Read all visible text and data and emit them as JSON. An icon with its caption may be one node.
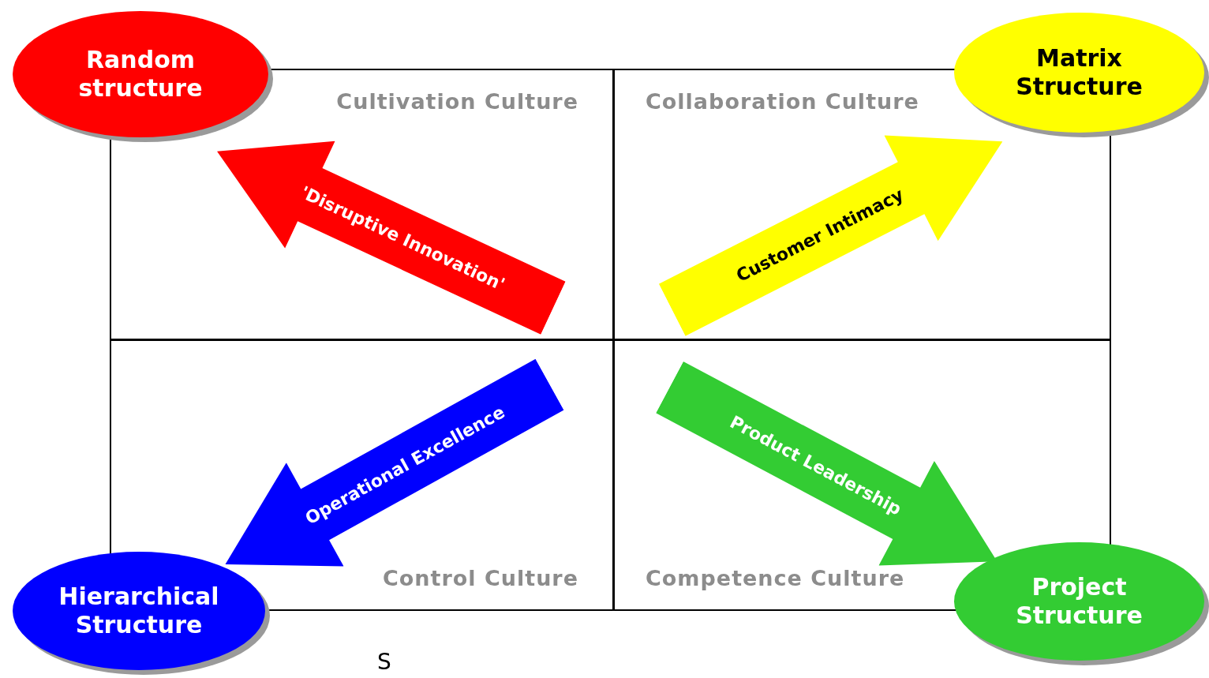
{
  "diagram": {
    "nodes": [
      {
        "text": [
          "Random structure"
        ]
      },
      {
        "text": [
          "Matrix Structure"
        ]
      },
      {
        "text": [
          "Cultivation Culture"
        ]
      },
      {
        "text": [
          "'Disruptive Innovation'"
        ],
        "in": 2
      },
      {
        "text": [
          "Collaboration Culture"
        ]
      },
      {
        "text": [
          "Customer Intimacy"
        ],
        "in": 4
      },
      {
        "text": [
          "Control Culture"
        ]
      },
      {
        "text": [
          "Operational Excellence"
        ],
        "in": 6
      },
      {
        "text": [
          "Competence Culture"
        ]
      },
      {
        "text": [
          "Product Leadership"
        ],
        "in": 8
      },
      {
        "text": [
          "Hierarchical Structure"
        ]
      },
      {
        "text": [
          "Project Structure"
        ]
      }
    ],
    "labels": [
      "S"
    ]
  }
}
